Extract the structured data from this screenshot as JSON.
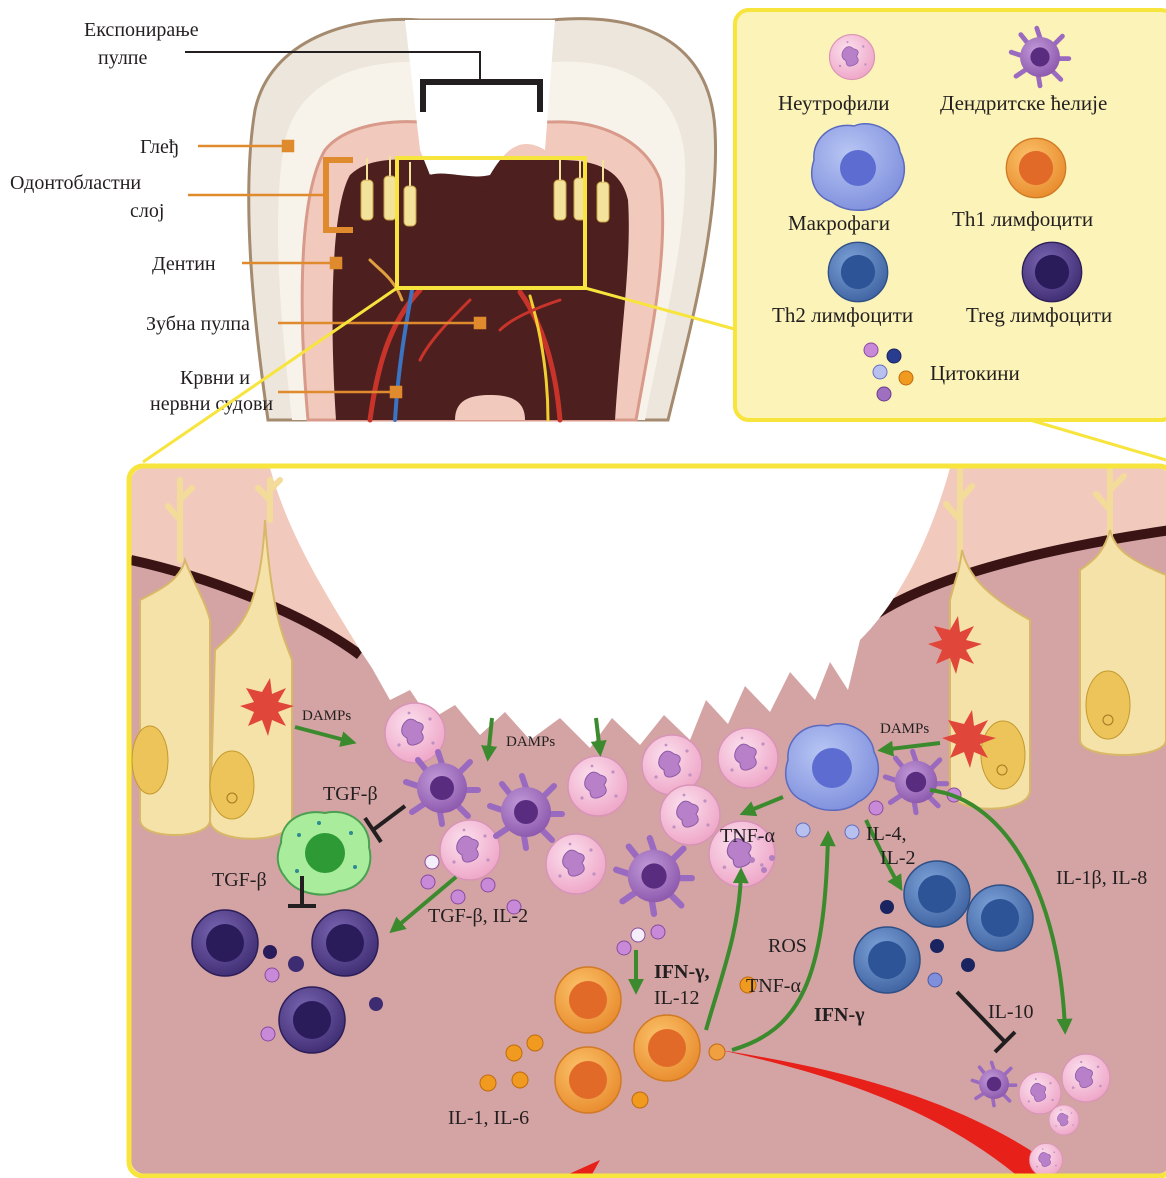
{
  "tooth_labels": {
    "pulp_exposure_line1": "Експонирање",
    "pulp_exposure_line2": "пулпе",
    "enamel": "Глеђ",
    "odontoblast_line1": "Одонтобластни",
    "odontoblast_line2": "слој",
    "dentin": "Дентин",
    "dental_pulp": "Зубна пулпа",
    "vessels_line1": "Крвни и",
    "vessels_line2": "нервни судови"
  },
  "legend": {
    "neutrophils": "Неутрофили",
    "dendritic_cells": "Дендритске ћелије",
    "macrophages": "Макрофаги",
    "th1": "Th1 лимфоцити",
    "th2": "Th2 лимфоцити",
    "treg": "Treg лимфоцити",
    "cytokines": "Цитокини"
  },
  "detail_labels": {
    "damps_left": "DAMPs",
    "damps_middle": "DAMPs",
    "damps_right": "DAMPs",
    "tgf_beta_1": "TGF-β",
    "tgf_beta_2": "TGF-β",
    "tgf_beta_il2": "TGF-β, IL-2",
    "tnf_alpha_1": "TNF-α",
    "tnf_alpha_2": "TNF-α",
    "il4_line1": "IL-4,",
    "il4_line2": "IL-2",
    "il1b_il8": "IL-1β, IL-8",
    "ros": "ROS",
    "ifn_line1": "IFN-γ,",
    "ifn_line2": "IL-12",
    "ifn_gamma": "IFN-γ",
    "il10": "IL-10",
    "il1_il6": "IL-1, IL-6"
  },
  "colors": {
    "accent_yellow": "#f7e43c",
    "legend_bg": "#fbf3b8",
    "tissue": "#d4a4a4",
    "dentin": "#f2c9bd",
    "pulp_dark": "#4d1f1f",
    "arrow_green": "#3c8a2e",
    "label_orange": "#e08a2e",
    "neutrophil": "#f2b8d2",
    "dendritic": "#9060b0",
    "macrophage": "#7f8fdc",
    "th1": "#f0a040",
    "th2": "#4a70b0",
    "treg": "#503c88",
    "treg_inhibited": "#a8ec9c",
    "blood": "#e8201a"
  }
}
